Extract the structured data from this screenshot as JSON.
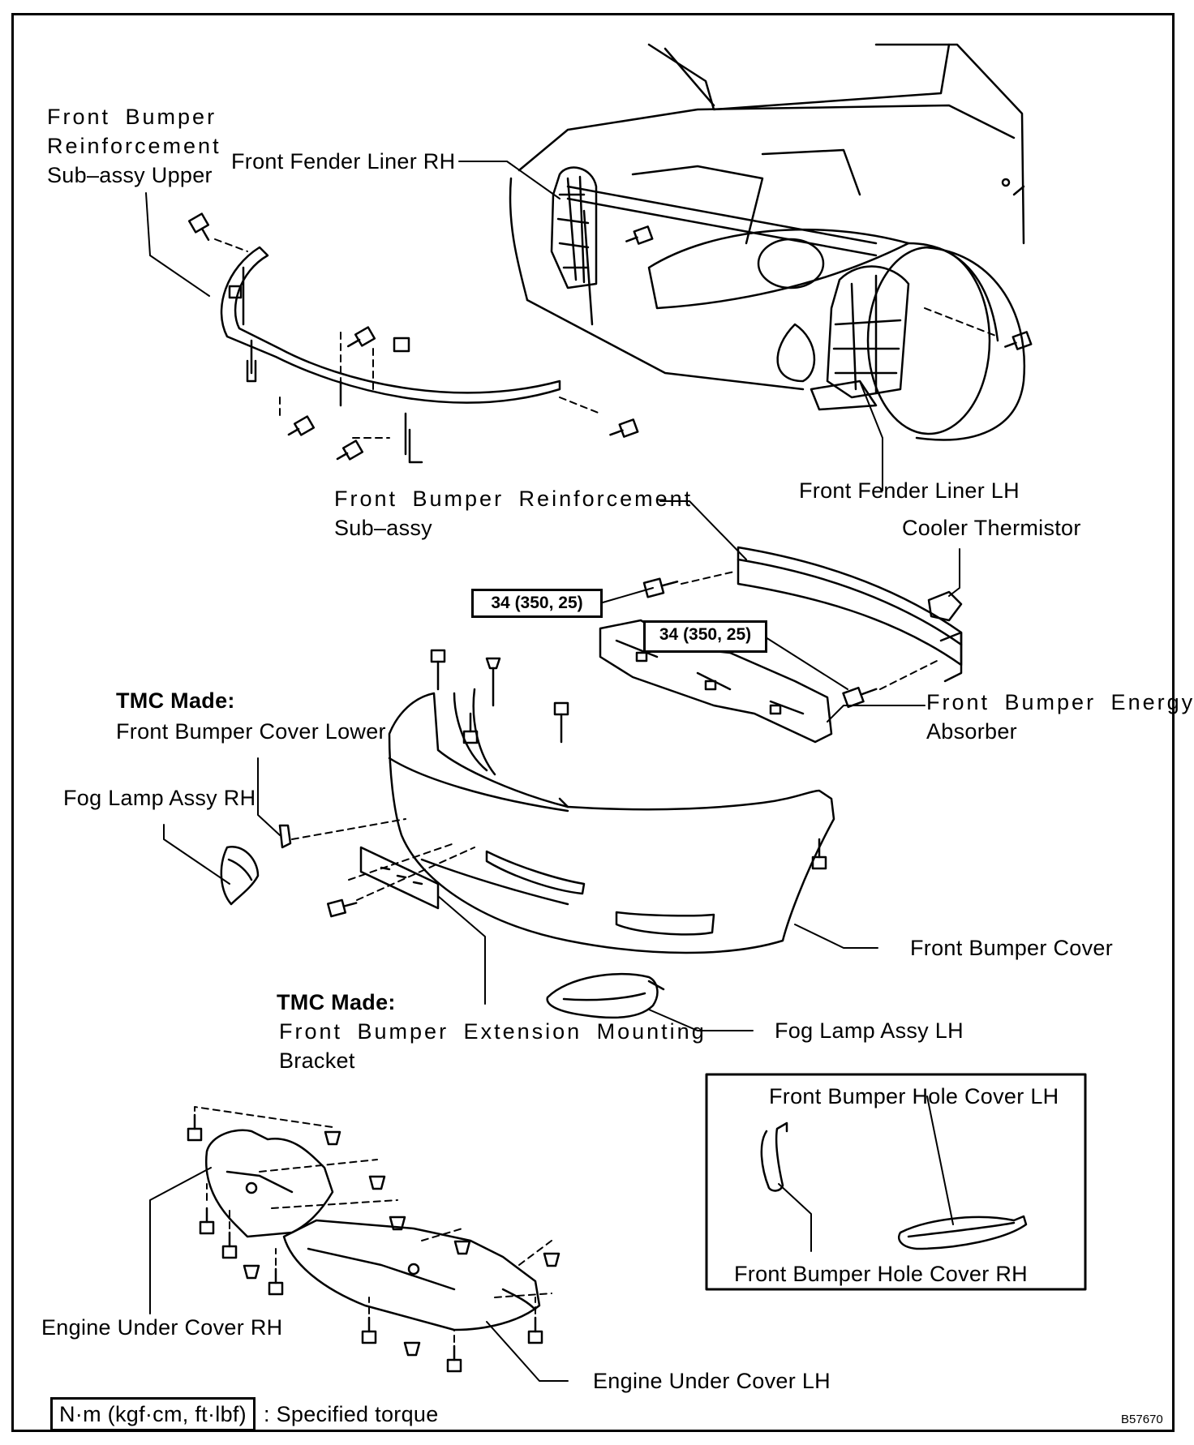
{
  "labels": {
    "reinf_upper_1": "Front Bumper",
    "reinf_upper_2": "Reinforcement",
    "reinf_upper_3": "Sub–assy Upper",
    "fender_liner_rh": "Front Fender Liner RH",
    "fender_liner_lh": "Front Fender Liner LH",
    "reinf_1": "Front Bumper Reinforcement",
    "reinf_2": "Sub–assy",
    "cooler_thermistor": "Cooler Thermistor",
    "tmc_made_1": "TMC Made:",
    "cover_lower": "Front Bumper Cover Lower",
    "energy_absorber_1": "Front Bumper Energy",
    "energy_absorber_2": "Absorber",
    "fog_lamp_rh": "Fog Lamp Assy RH",
    "bumper_cover": "Front Bumper Cover",
    "tmc_made_2": "TMC Made:",
    "ext_bracket_1": "Front Bumper Extension Mounting",
    "ext_bracket_2": "Bracket",
    "fog_lamp_lh": "Fog Lamp Assy LH",
    "hole_cover_lh": "Front Bumper Hole Cover LH",
    "hole_cover_rh": "Front Bumper Hole Cover RH",
    "engine_cover_rh": "Engine Under Cover RH",
    "engine_cover_lh": "Engine Under Cover LH",
    "torque_key": "N·m (kgf·cm, ft·lbf)",
    "torque_key_desc": ": Specified torque"
  },
  "torque_values": {
    "reinforcement_bolt": "34 (350, 25)",
    "absorber_bolt": "34 (350, 25)"
  },
  "figure_code": "B57670"
}
